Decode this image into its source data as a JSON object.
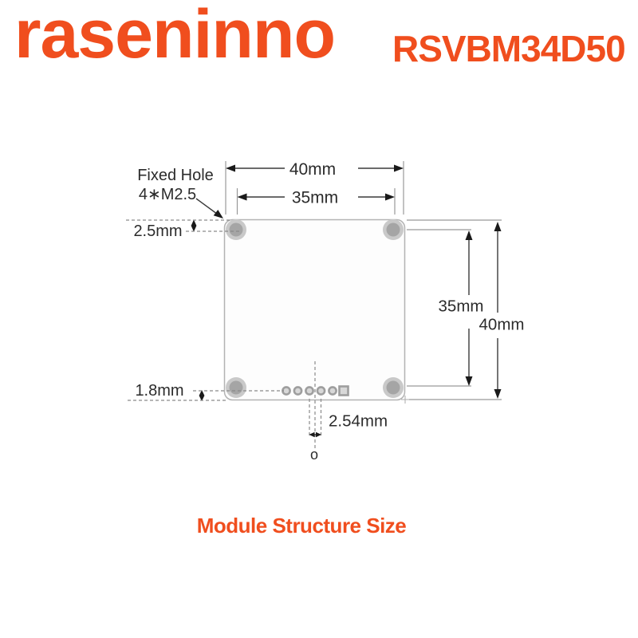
{
  "header": {
    "logo": "raseninno",
    "model": "RSVBM34D50"
  },
  "caption": "Module Structure Size",
  "colors": {
    "accent": "#F04E1E",
    "dim_line": "#3A3A3A",
    "ext_line": "#999999",
    "dash_line": "#8A8A8A",
    "text": "#2B2B2B",
    "arrow": "#1A1A1A",
    "board_stroke": "#B3B3B3",
    "hole_outer": "#C9C9C9",
    "hole_inner": "#A5A5A5",
    "pad_fill": "#D8D8D8",
    "pad_ring": "#9E9E9E"
  },
  "diagram": {
    "dimensions": {
      "board_width": "40mm",
      "hole_spacing_horizontal": "35mm",
      "hole_spacing_vertical": "35mm",
      "board_height": "40mm"
    },
    "annotations": {
      "fixed_hole_line1": "Fixed Hole",
      "fixed_hole_line2": "4∗M2.5",
      "top_hole_offset": "2.5mm",
      "bottom_pad_offset": "1.8mm",
      "pin_pitch": "2.54mm",
      "origin_marker": "o"
    }
  }
}
